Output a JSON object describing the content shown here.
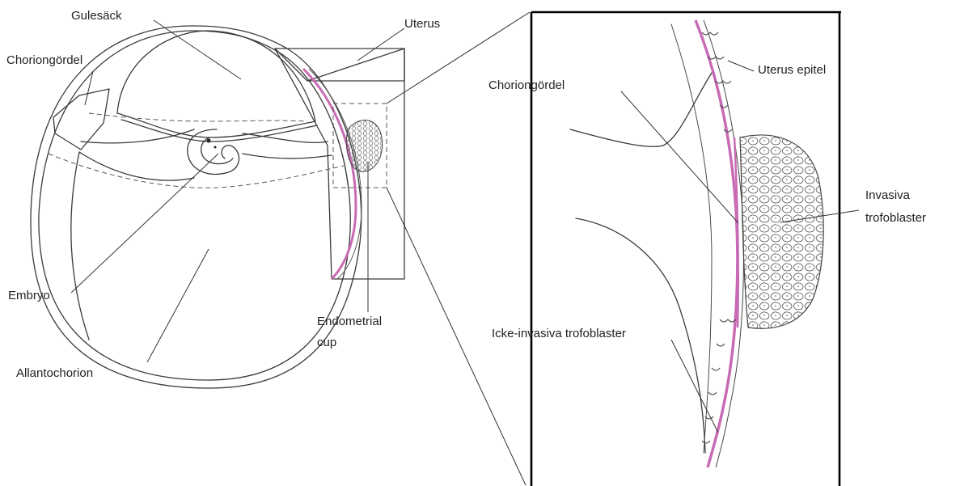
{
  "labels": {
    "gulesack": "Gulesäck",
    "uterus": "Uterus",
    "choriongordel_left": "Choriongördel",
    "choriongordel_right": "Choriongördel",
    "uterus_epitel": "Uterus epitel",
    "invasiva_line1": "Invasiva",
    "invasiva_line2": "trofoblaster",
    "embryo": "Embryo",
    "endometrial_line1": "Endometrial",
    "endometrial_line2": "cup",
    "allantochorion": "Allantochorion",
    "icke_invasiva": "Icke-invasiva trofoblaster"
  },
  "colors": {
    "ink": "#3a3a3a",
    "membrane_pink": "#c86bb4",
    "cup_fill": "#f4f4f4",
    "frame": "#000000"
  }
}
